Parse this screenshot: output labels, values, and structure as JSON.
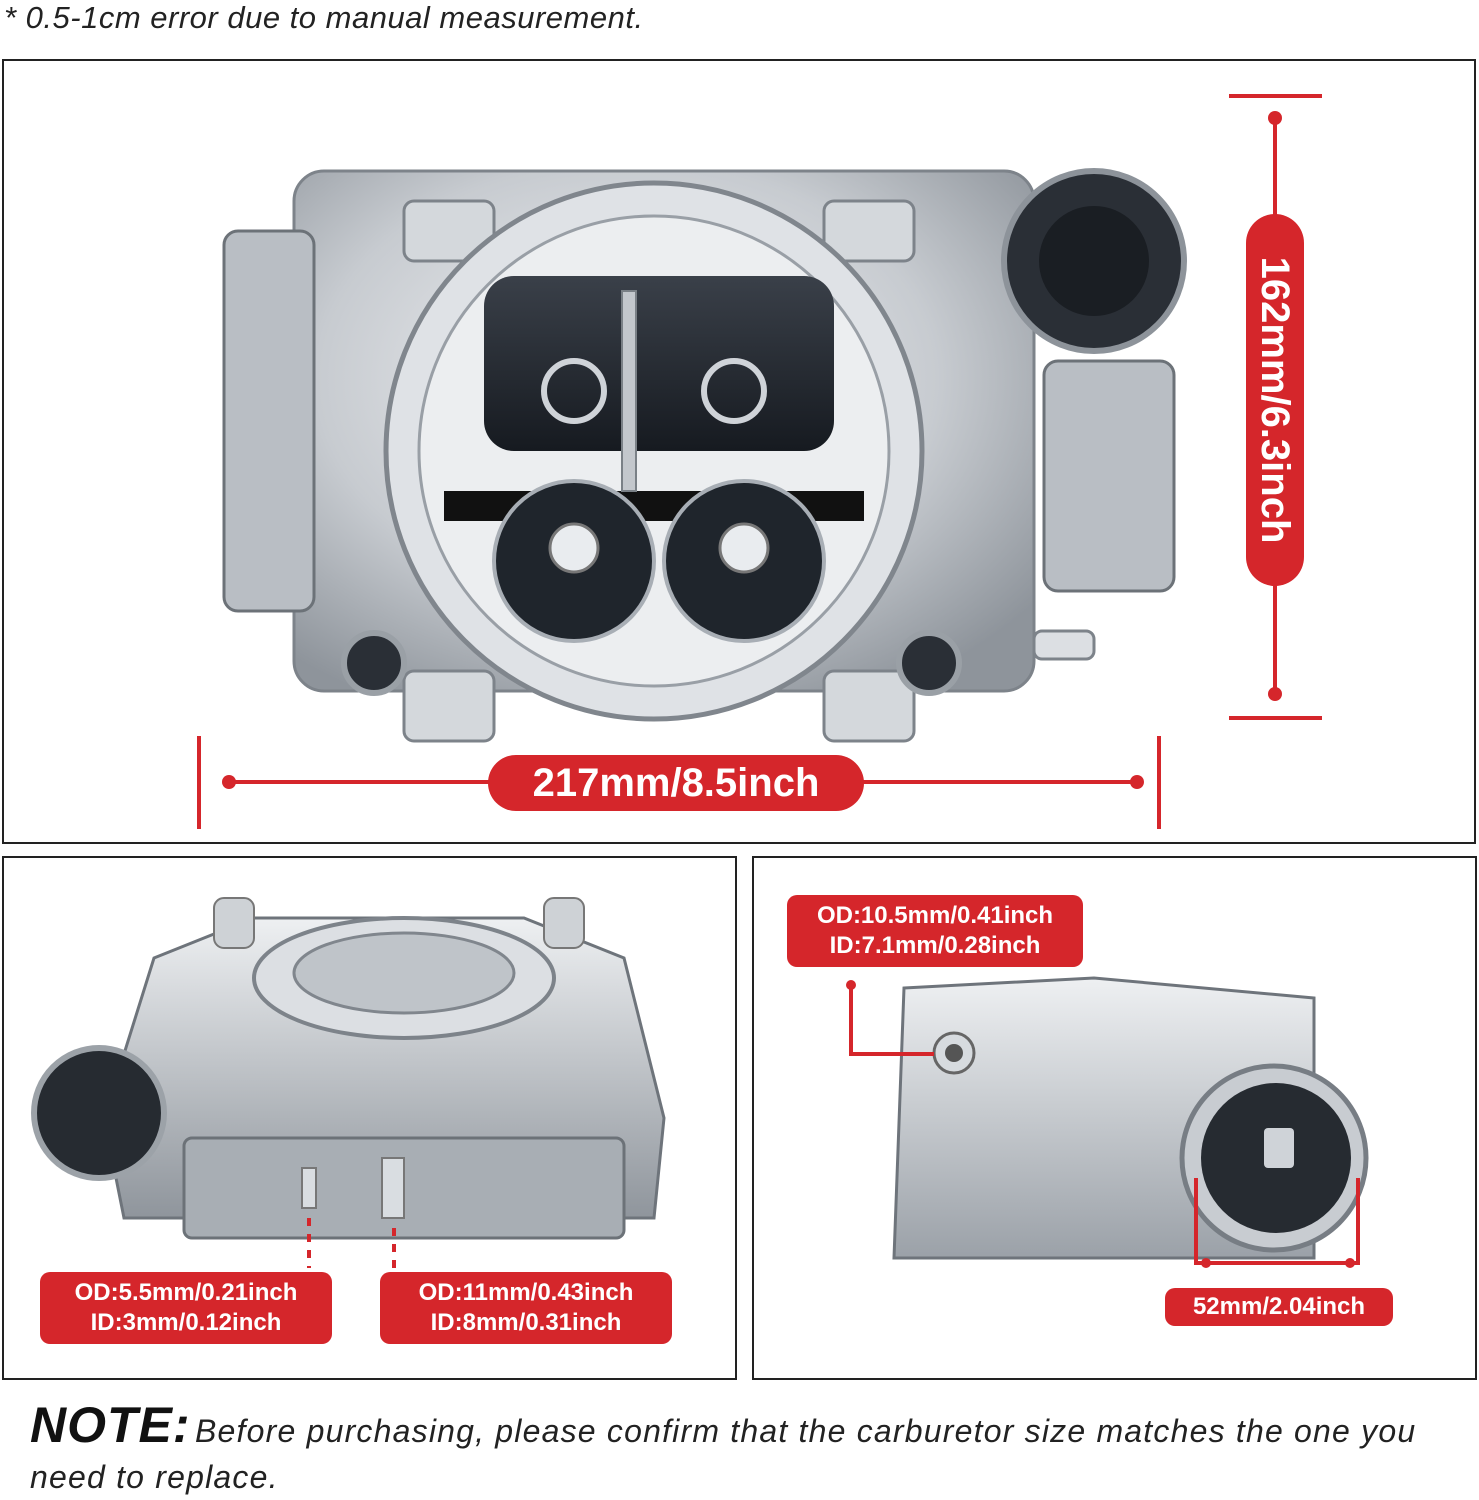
{
  "disclaimer": "* 0.5-1cm error due to manual measurement.",
  "top_panel": {
    "width_label": "217mm/8.5inch",
    "height_label": "162mm/6.3inch"
  },
  "bottom_left_panel": {
    "callout_1": {
      "line1": "OD:5.5mm/0.21inch",
      "line2": "ID:3mm/0.12inch"
    },
    "callout_2": {
      "line1": "OD:11mm/0.43inch",
      "line2": "ID:8mm/0.31inch"
    }
  },
  "bottom_right_panel": {
    "callout_1": {
      "line1": "OD:10.5mm/0.41inch",
      "line2": "ID:7.1mm/0.28inch"
    },
    "choke_label": "52mm/2.04inch"
  },
  "note": {
    "label": "NOTE:",
    "text": "Before purchasing, please confirm that the carburetor size matches the one you need to replace."
  },
  "colors": {
    "accent": "#d5262b",
    "metal": "#c9cdd2",
    "dark": "#1d2228"
  }
}
